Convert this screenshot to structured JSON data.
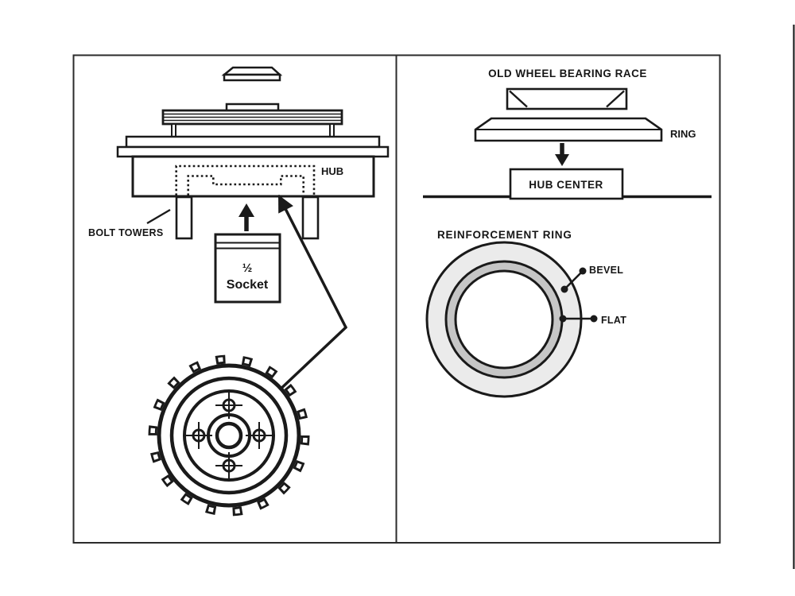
{
  "left_panel": {
    "hub_label": "HUB",
    "bolt_towers_label": "BOLT TOWERS",
    "socket_size": "½",
    "socket_label": "Socket"
  },
  "right_panel": {
    "race_title": "OLD WHEEL BEARING RACE",
    "ring_label": "RING",
    "hub_center_label": "HUB CENTER",
    "reinforcement_ring_title": "REINFORCEMENT RING",
    "bevel_label": "BEVEL",
    "flat_label": "FLAT"
  },
  "colors": {
    "line": "#1a1a1a",
    "panel_border": "#2b2b2b",
    "ring_outer_band": "#ebebeb",
    "ring_inner_band": "#c6c6c6",
    "background": "#ffffff"
  }
}
